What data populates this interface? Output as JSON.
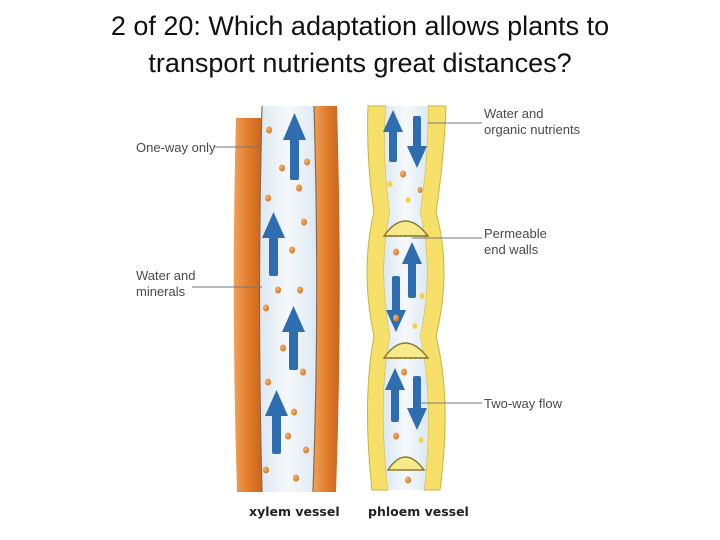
{
  "slide": {
    "title_line1": "2 of 20: Which adaptation allows plants to",
    "title_line2": "transport nutrients great distances?"
  },
  "diagram": {
    "labels": {
      "one_way": "One-way only",
      "water_minerals_1": "Water and",
      "water_minerals_2": "minerals",
      "water_organic_1": "Water and",
      "water_organic_2": "organic nutrients",
      "permeable_1": "Permeable",
      "permeable_2": "end walls",
      "two_way": "Two-way flow"
    },
    "xylem_label": "xylem vessel",
    "phloem_label": "phloem vessel",
    "colors": {
      "xylem_wall": "#e8893a",
      "phloem_wall": "#f7e36a",
      "lumen": "#e9f1f8",
      "arrow": "#2e6db0",
      "particle": "#e8892e"
    }
  }
}
